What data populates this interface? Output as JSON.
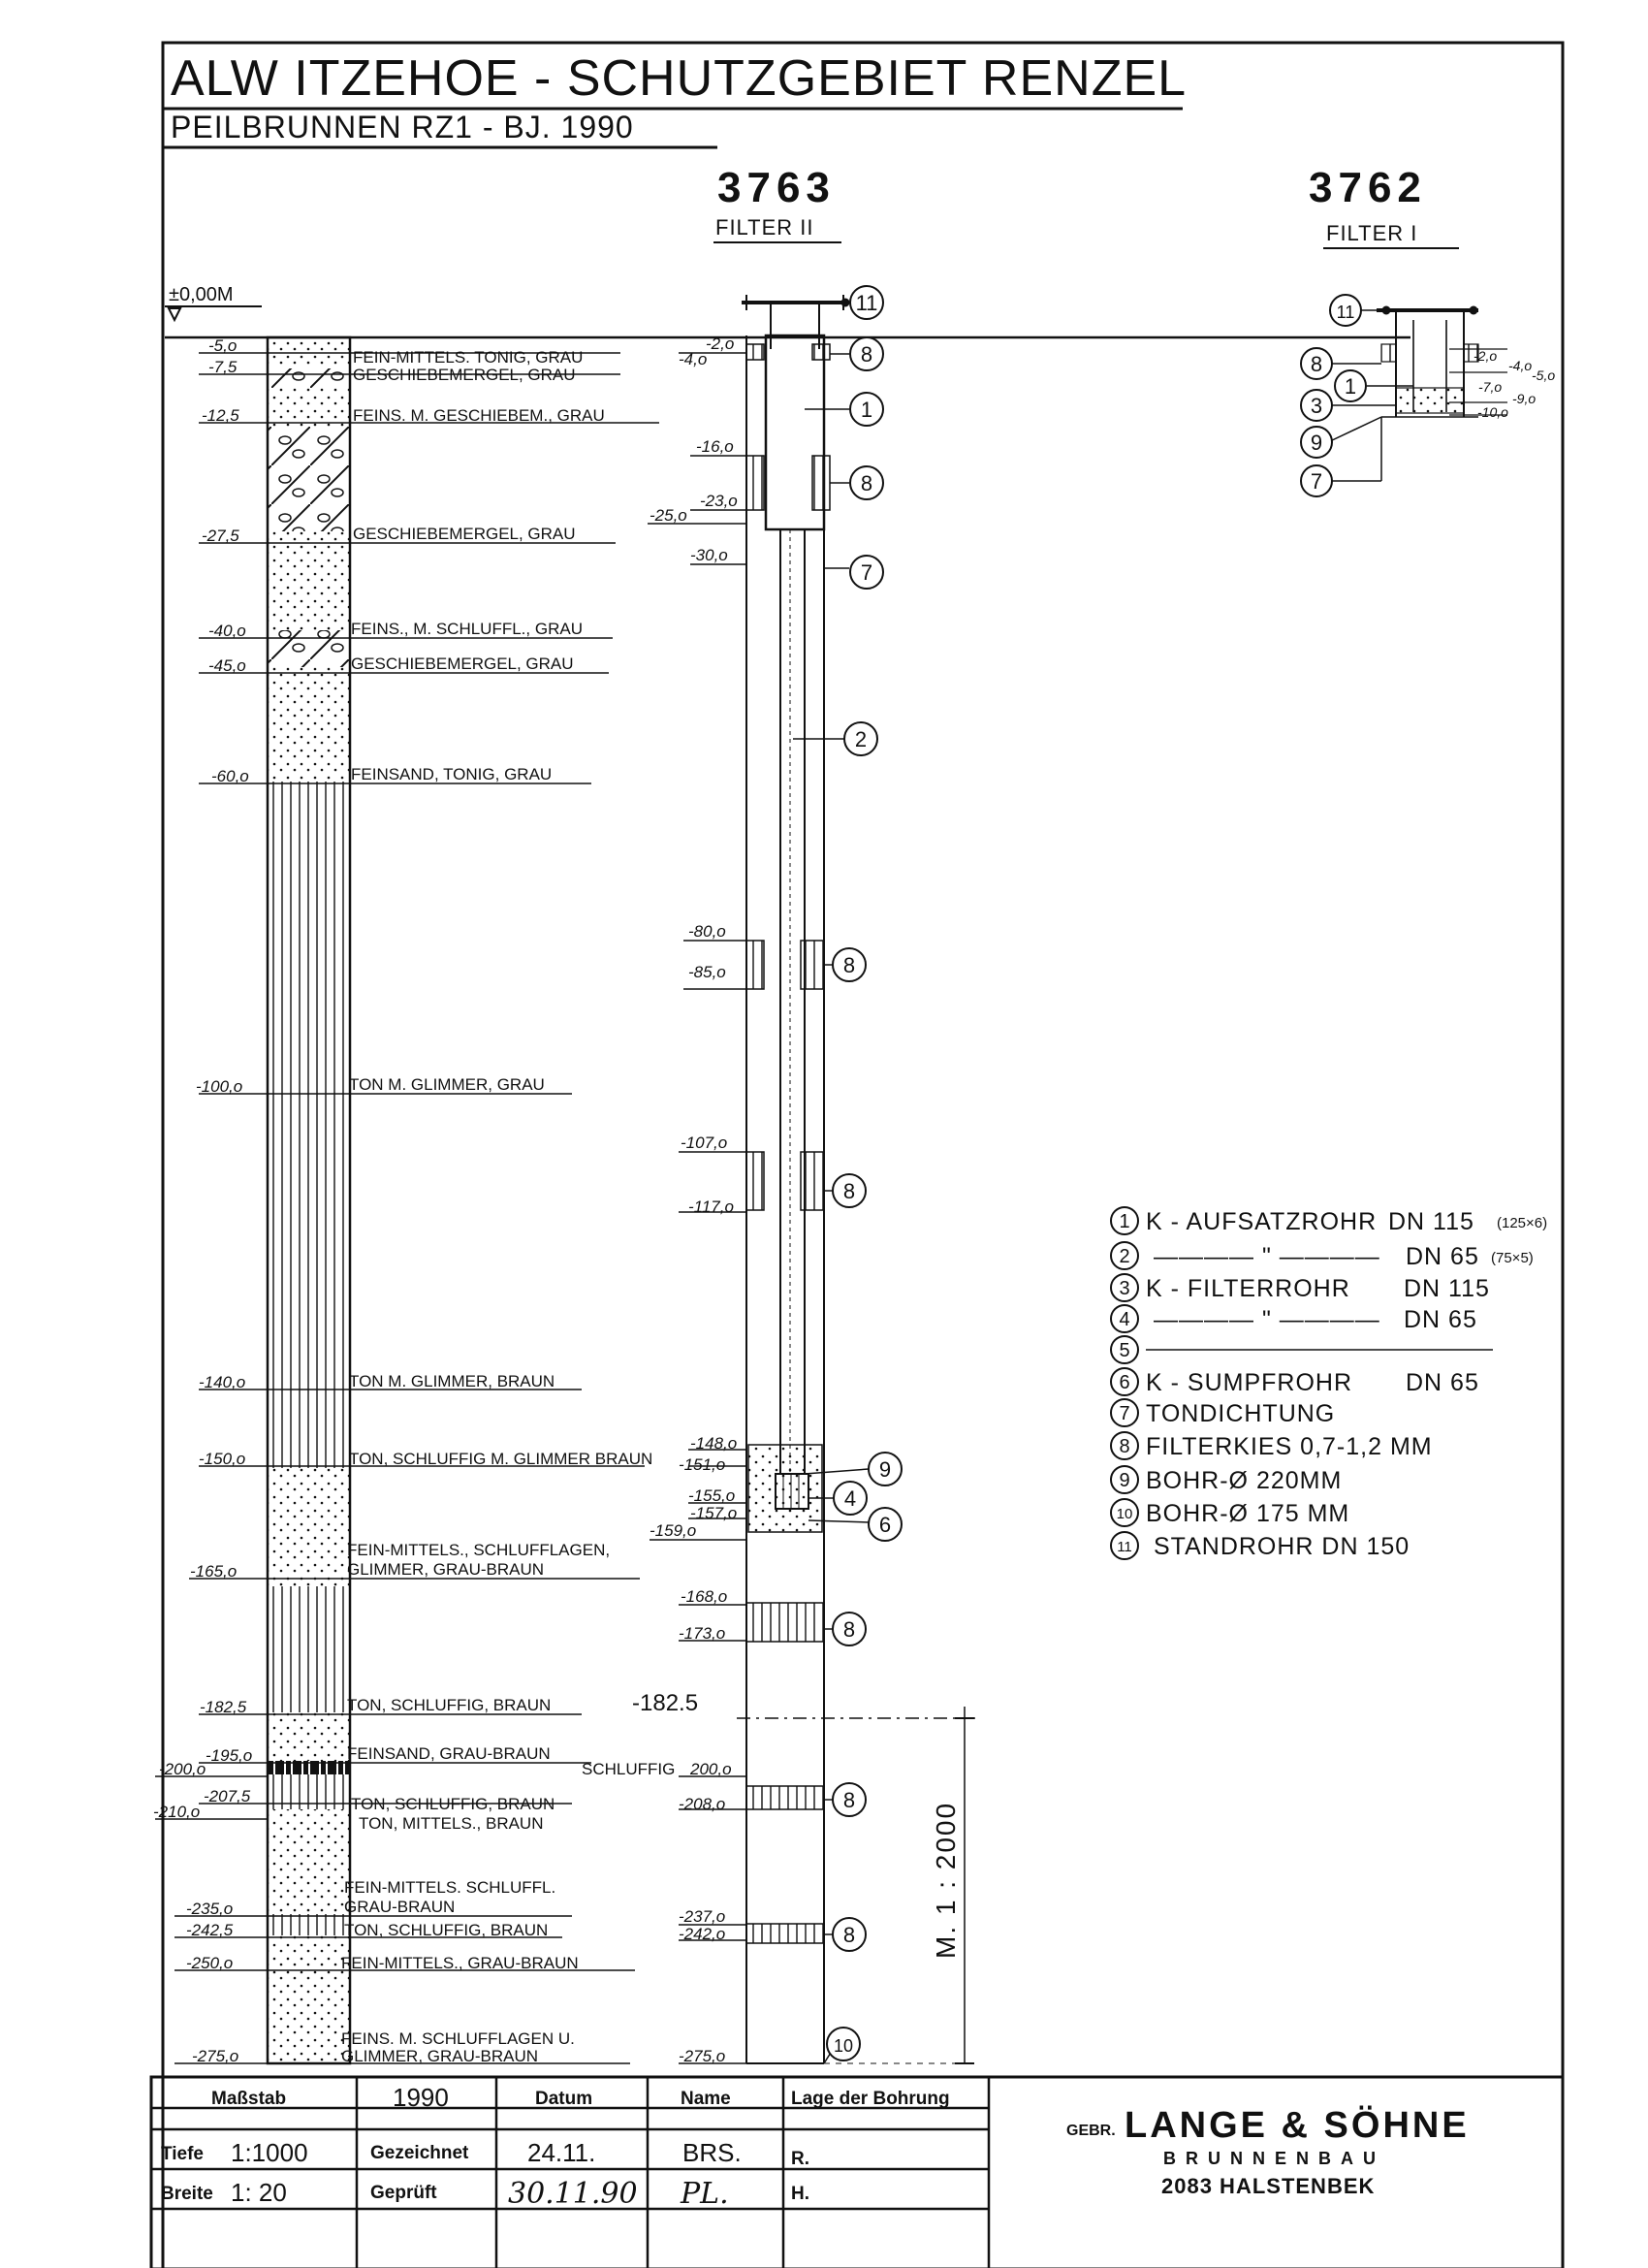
{
  "title": "ALW ITZEHOE - SCHUTZGEBIET RENZEL",
  "subtitle": "PEILBRUNNEN RZ1 - BJ. 1990",
  "datum_label": "±0,00M",
  "wells": [
    {
      "number": "3763",
      "filter": "FILTER II"
    },
    {
      "number": "3762",
      "filter": "FILTER I"
    }
  ],
  "layers": [
    {
      "depth": "-5,o",
      "desc": "FEIN-MITTELS. TONIG, GRAU"
    },
    {
      "depth": "-7,5",
      "desc": "GESCHIEBEMERGEL, GRAU"
    },
    {
      "depth": "-12,5",
      "desc": "FEINS. M. GESCHIEBEM., GRAU"
    },
    {
      "depth": "-27,5",
      "desc": "GESCHIEBEMERGEL, GRAU"
    },
    {
      "depth": "-40,o",
      "desc": "FEINS., M. SCHLUFFL., GRAU"
    },
    {
      "depth": "-45,o",
      "desc": "GESCHIEBEMERGEL, GRAU"
    },
    {
      "depth": "-60,o",
      "desc": "FEINSAND, TONIG, GRAU"
    },
    {
      "depth": "-100,o",
      "desc": "TON M. GLIMMER, GRAU"
    },
    {
      "depth": "-140,o",
      "desc": "TON M. GLIMMER, BRAUN"
    },
    {
      "depth": "-150,o",
      "desc": "TON, SCHLUFFIG M. GLIMMER BRAUN"
    },
    {
      "depth": "-165,o",
      "desc": "FEIN-MITTELS., SCHLUFFLAGEN,",
      "desc2": "GLIMMER, GRAU-BRAUN"
    },
    {
      "depth": "-182,5",
      "desc": "TON, SCHLUFFIG, BRAUN"
    },
    {
      "depth": "-195,o",
      "desc": "FEINSAND, GRAU-BRAUN"
    },
    {
      "depth": "-200,o",
      "desc": "SCHLUFFIG"
    },
    {
      "depth": "-207,5",
      "desc": "TON, SCHLUFFIG, BRAUN"
    },
    {
      "depth": "-210,o",
      "desc": "TON, MITTELS., BRAUN"
    },
    {
      "depth": "-235,o",
      "desc": "FEIN-MITTELS. SCHLUFFL.",
      "desc2": "GRAU-BRAUN"
    },
    {
      "depth": "-242,5",
      "desc": "TON, SCHLUFFIG, BRAUN"
    },
    {
      "depth": "-250,o",
      "desc": "FEIN-MITTELS., GRAU-BRAUN"
    },
    {
      "depth": "-275,o",
      "desc": "FEINS. M. SCHLUFFLAGEN U.",
      "desc2": "GLIMMER, GRAU-BRAUN"
    }
  ],
  "well_depths": {
    "d_2": "-2,o",
    "d_4": "-4,o",
    "d_16": "-16,o",
    "d_23": "-23,o",
    "d_25": "-25,o",
    "d_30": "-30,o",
    "d_80": "-80,o",
    "d_85": "-85,o",
    "d_107": "-107,o",
    "d_117": "-117,o",
    "d_148": "-148,o",
    "d_151": "-151,o",
    "d_155": "-155,o",
    "d_157": "-157,o",
    "d_159": "-159,o",
    "d_168": "-168,o",
    "d_173": "-173,o",
    "d_1825": "-182.5",
    "d_200": "200,o",
    "d_208": "-208,o",
    "d_237": "-237,o",
    "d_242": "-242,o",
    "d_275": "-275,o"
  },
  "small_depths": {
    "a": "-2,o",
    "b": "-4,o",
    "c": "-5,o",
    "d": "-7,o",
    "e": "-9,o",
    "f": "-10,o"
  },
  "callouts": [
    "1",
    "2",
    "3",
    "4",
    "6",
    "7",
    "8",
    "9",
    "10",
    "11"
  ],
  "legend": [
    {
      "n": "1",
      "text": "K - AUFSATZROHR",
      "dn": "DN 115",
      "extra": "(125×6)"
    },
    {
      "n": "2",
      "text": "———— \" ————",
      "dn": "DN 65",
      "extra": "(75×5)"
    },
    {
      "n": "3",
      "text": "K - FILTERROHR",
      "dn": "DN 115",
      "extra": ""
    },
    {
      "n": "4",
      "text": "———— \" ————",
      "dn": "DN 65",
      "extra": ""
    },
    {
      "n": "5",
      "text": "",
      "dn": "",
      "extra": ""
    },
    {
      "n": "6",
      "text": "K - SUMPFROHR",
      "dn": "DN 65",
      "extra": ""
    },
    {
      "n": "7",
      "text": "TONDICHTUNG",
      "dn": "",
      "extra": ""
    },
    {
      "n": "8",
      "text": "FILTERKIES 0,7-1,2 MM",
      "dn": "",
      "extra": ""
    },
    {
      "n": "9",
      "text": "BOHR-Ø 220MM",
      "dn": "",
      "extra": ""
    },
    {
      "n": "10",
      "text": "BOHR-Ø 175 MM",
      "dn": "",
      "extra": ""
    },
    {
      "n": "11",
      "text": "STANDROHR DN 150",
      "dn": "",
      "extra": ""
    }
  ],
  "scale_label": "M. 1 : 2000",
  "title_block": {
    "massstab": "Maßstab",
    "year": "1990",
    "datum": "Datum",
    "name": "Name",
    "lage": "Lage der Bohrung",
    "tiefe_label": "Tiefe",
    "tiefe_val": "1:1000",
    "gezeichnet": "Gezeichnet",
    "gez_date": "24.11.",
    "gez_name": "BRS.",
    "r": "R.",
    "breite_label": "Breite",
    "breite_val": "1: 20",
    "geprueft": "Geprüft",
    "gep_date": "30.11.90",
    "gep_name": "PL.",
    "h": "H.",
    "company_prefix": "GEBR.",
    "company": "LANGE & SÖHNE",
    "company_sub": "BRUNNENBAU",
    "company_city": "2083 HALSTENBEK"
  }
}
